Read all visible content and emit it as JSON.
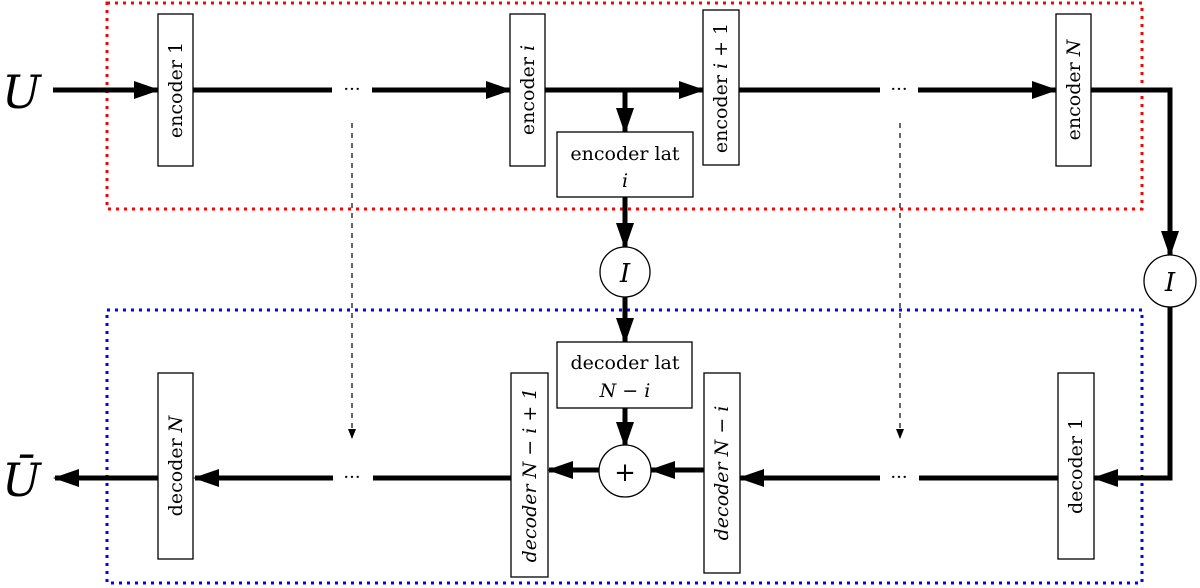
{
  "diagram": {
    "input_label": "U",
    "output_label": "Ū",
    "ellipsis": "···",
    "encoders": {
      "e1": "encoder 1",
      "ei_prefix": "encoder ",
      "ei_var": "i",
      "ei1_prefix": "encoder ",
      "ei1_var": "i",
      "ei1_suffix": " + 1",
      "eN_prefix": "encoder ",
      "eN_var": "N"
    },
    "encoder_latent": {
      "line1": "encoder lat",
      "line2": "i"
    },
    "decoder_latent": {
      "line1": "decoder lat",
      "line2": "N − i"
    },
    "interface_symbol": "I",
    "sum_symbol": "+",
    "decoders": {
      "dN_prefix": "decoder ",
      "dN_var": "N",
      "dNi1": "decoder N − i + 1",
      "dNi": "decoder N − i",
      "d1": "decoder 1"
    },
    "colors": {
      "encoder_region_border": "#ff0000",
      "decoder_region_border": "#0000ff",
      "arrows": "#000000"
    }
  }
}
